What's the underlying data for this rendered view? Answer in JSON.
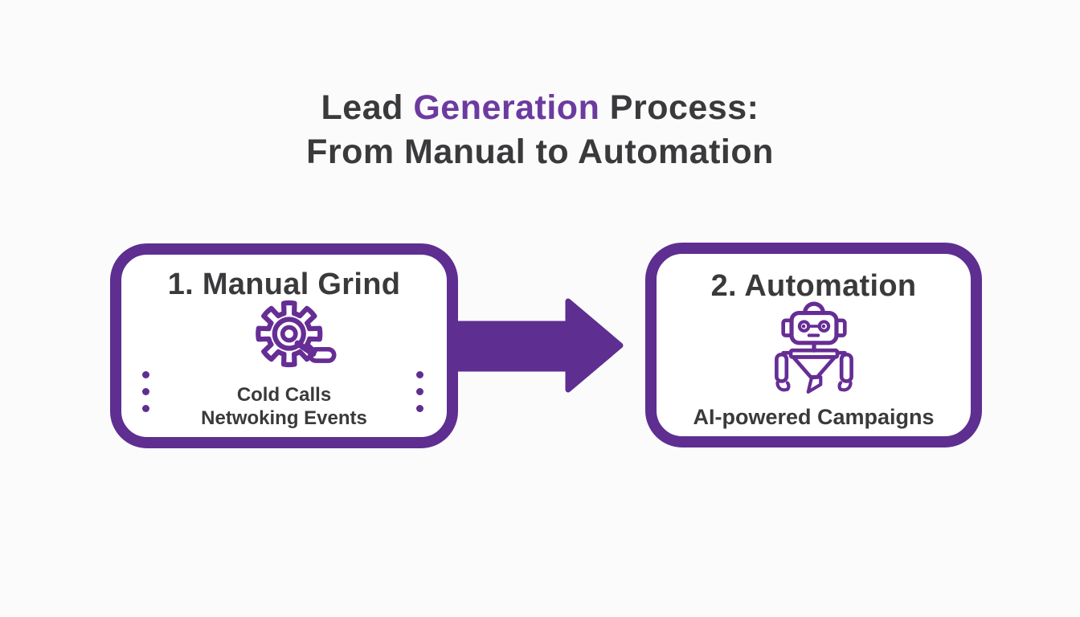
{
  "title": {
    "line1_prefix": "Lead",
    "line1_highlight": "Generation",
    "line1_suffix": "Process:",
    "line2": "From Manual to Automation"
  },
  "steps": [
    {
      "heading": "1. Manual Grind",
      "icon": "gear-magnifier-icon",
      "details": [
        "Cold Calls",
        "Netwoking Events"
      ]
    },
    {
      "heading": "2. Automation",
      "icon": "robot-icon",
      "details": [
        "AI-powered Campaigns"
      ]
    }
  ],
  "arrow": {
    "icon": "right-arrow-icon",
    "direction": "right"
  },
  "colors": {
    "accent_purple": "#5E2E91",
    "icon_purple": "#662D95",
    "highlight_purple": "#6D3AA0",
    "text_dark": "#3A3A3C",
    "background": "#FBFBFB",
    "box_background": "#FFFFFF"
  }
}
